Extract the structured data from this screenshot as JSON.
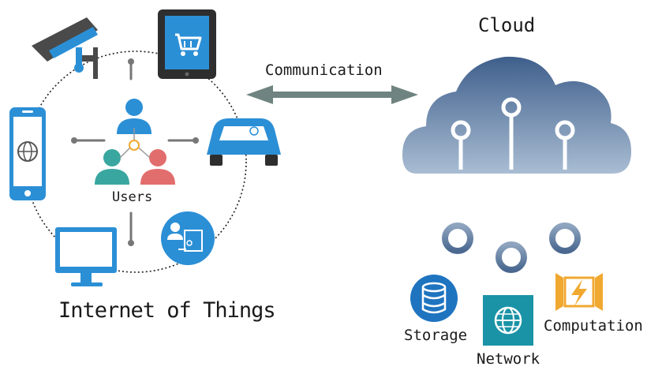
{
  "iot": {
    "title": "Internet of Things",
    "users_label": "Users",
    "devices": [
      "security-camera-icon",
      "shopping-tablet-icon",
      "smartphone-globe-icon",
      "car-icon",
      "desktop-monitor-icon",
      "user-access-icon"
    ]
  },
  "link": {
    "label": "Communication"
  },
  "cloud": {
    "title": "Cloud",
    "services": [
      {
        "label": "Storage",
        "icon": "database-icon"
      },
      {
        "label": "Network",
        "icon": "globe-icon"
      },
      {
        "label": "Computation",
        "icon": "lightning-icon"
      }
    ]
  },
  "colors": {
    "blue": "#2b8fd6",
    "cloud": "#5e7ea5",
    "arrow": "#6f8480",
    "teal_user": "#3aa6a0",
    "red_user": "#e26d6d",
    "orange": "#f0a830"
  }
}
